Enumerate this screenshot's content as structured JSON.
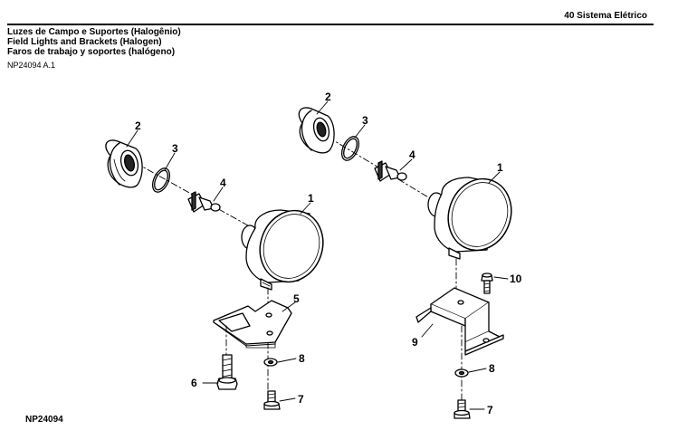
{
  "header": {
    "section": "40  Sistema Elétrico"
  },
  "titles": {
    "pt": "Luzes de Campo e Suportes (Halogênio)",
    "en": "Field Lights and Brackets (Halogen)",
    "es": "Faros de trabajo y soportes (halógeno)"
  },
  "reference": "NP24094 A.1",
  "figure_code": "NP24094",
  "callouts": {
    "left_lamp": "1",
    "left_cover": "2",
    "left_ring": "3",
    "left_bulb": "4",
    "left_bracket": "5",
    "left_bolt": "6",
    "left_screw": "7",
    "left_washer": "8",
    "right_lamp": "1",
    "right_cover": "2",
    "right_ring": "3",
    "right_bulb": "4",
    "right_bracket": "9",
    "right_top_screw": "10",
    "right_screw": "7",
    "right_washer": "8"
  }
}
